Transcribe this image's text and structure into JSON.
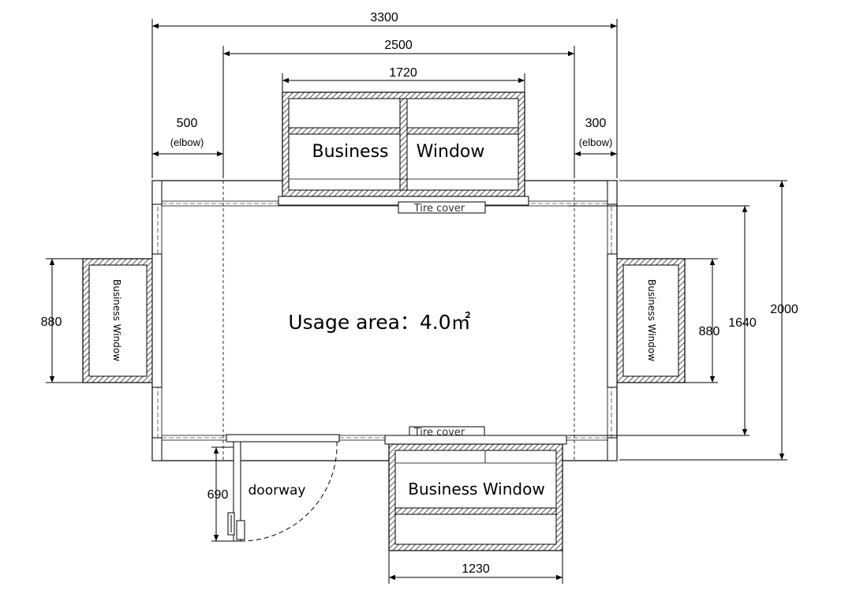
{
  "dimensions": {
    "total_length": "3300",
    "body_length": "2500",
    "rear_window_width": "1720",
    "left_elbow": "500",
    "left_elbow_note": "(elbow)",
    "right_elbow": "300",
    "right_elbow_note": "(elbow)",
    "left_window_height": "880",
    "right_window_height": "880",
    "inner_width": "1640",
    "total_width": "2000",
    "door_depth": "690",
    "front_window_width": "1230"
  },
  "labels": {
    "top_window_word1": "Business",
    "top_window_word2": "Window",
    "side_window": "Business Window",
    "bottom_window": "Business Window",
    "tire_cover": "Tire cover",
    "usage_area": "Usage area：4.0㎡",
    "doorway": "doorway"
  },
  "colors": {
    "line": "#000000",
    "hatch": "#555555"
  }
}
